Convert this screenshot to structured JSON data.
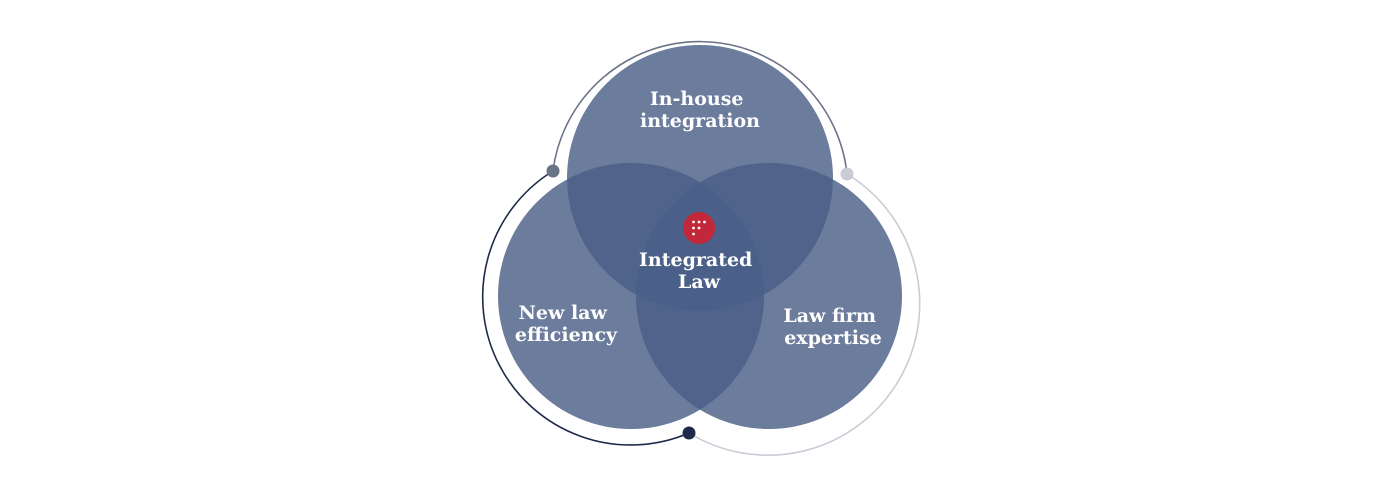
{
  "diagram": {
    "circles": [
      {
        "id": "top",
        "label_lines": [
          "In-house",
          "integration"
        ]
      },
      {
        "id": "left",
        "label_lines": [
          "New law",
          "efficiency"
        ]
      },
      {
        "id": "right",
        "label_lines": [
          "Law firm",
          "expertise"
        ]
      }
    ],
    "center_label_lines": [
      "Integrated",
      "Law"
    ],
    "logo_icon": "brand-dot-grid-logo",
    "colors": {
      "circle_fill": "#4a5f87",
      "logo_fill": "#c2283a",
      "arc_top": "#6b7386",
      "arc_left": "#1d2a4a",
      "arc_right": "#c9ccd4",
      "label_text": "#ffffff"
    }
  }
}
